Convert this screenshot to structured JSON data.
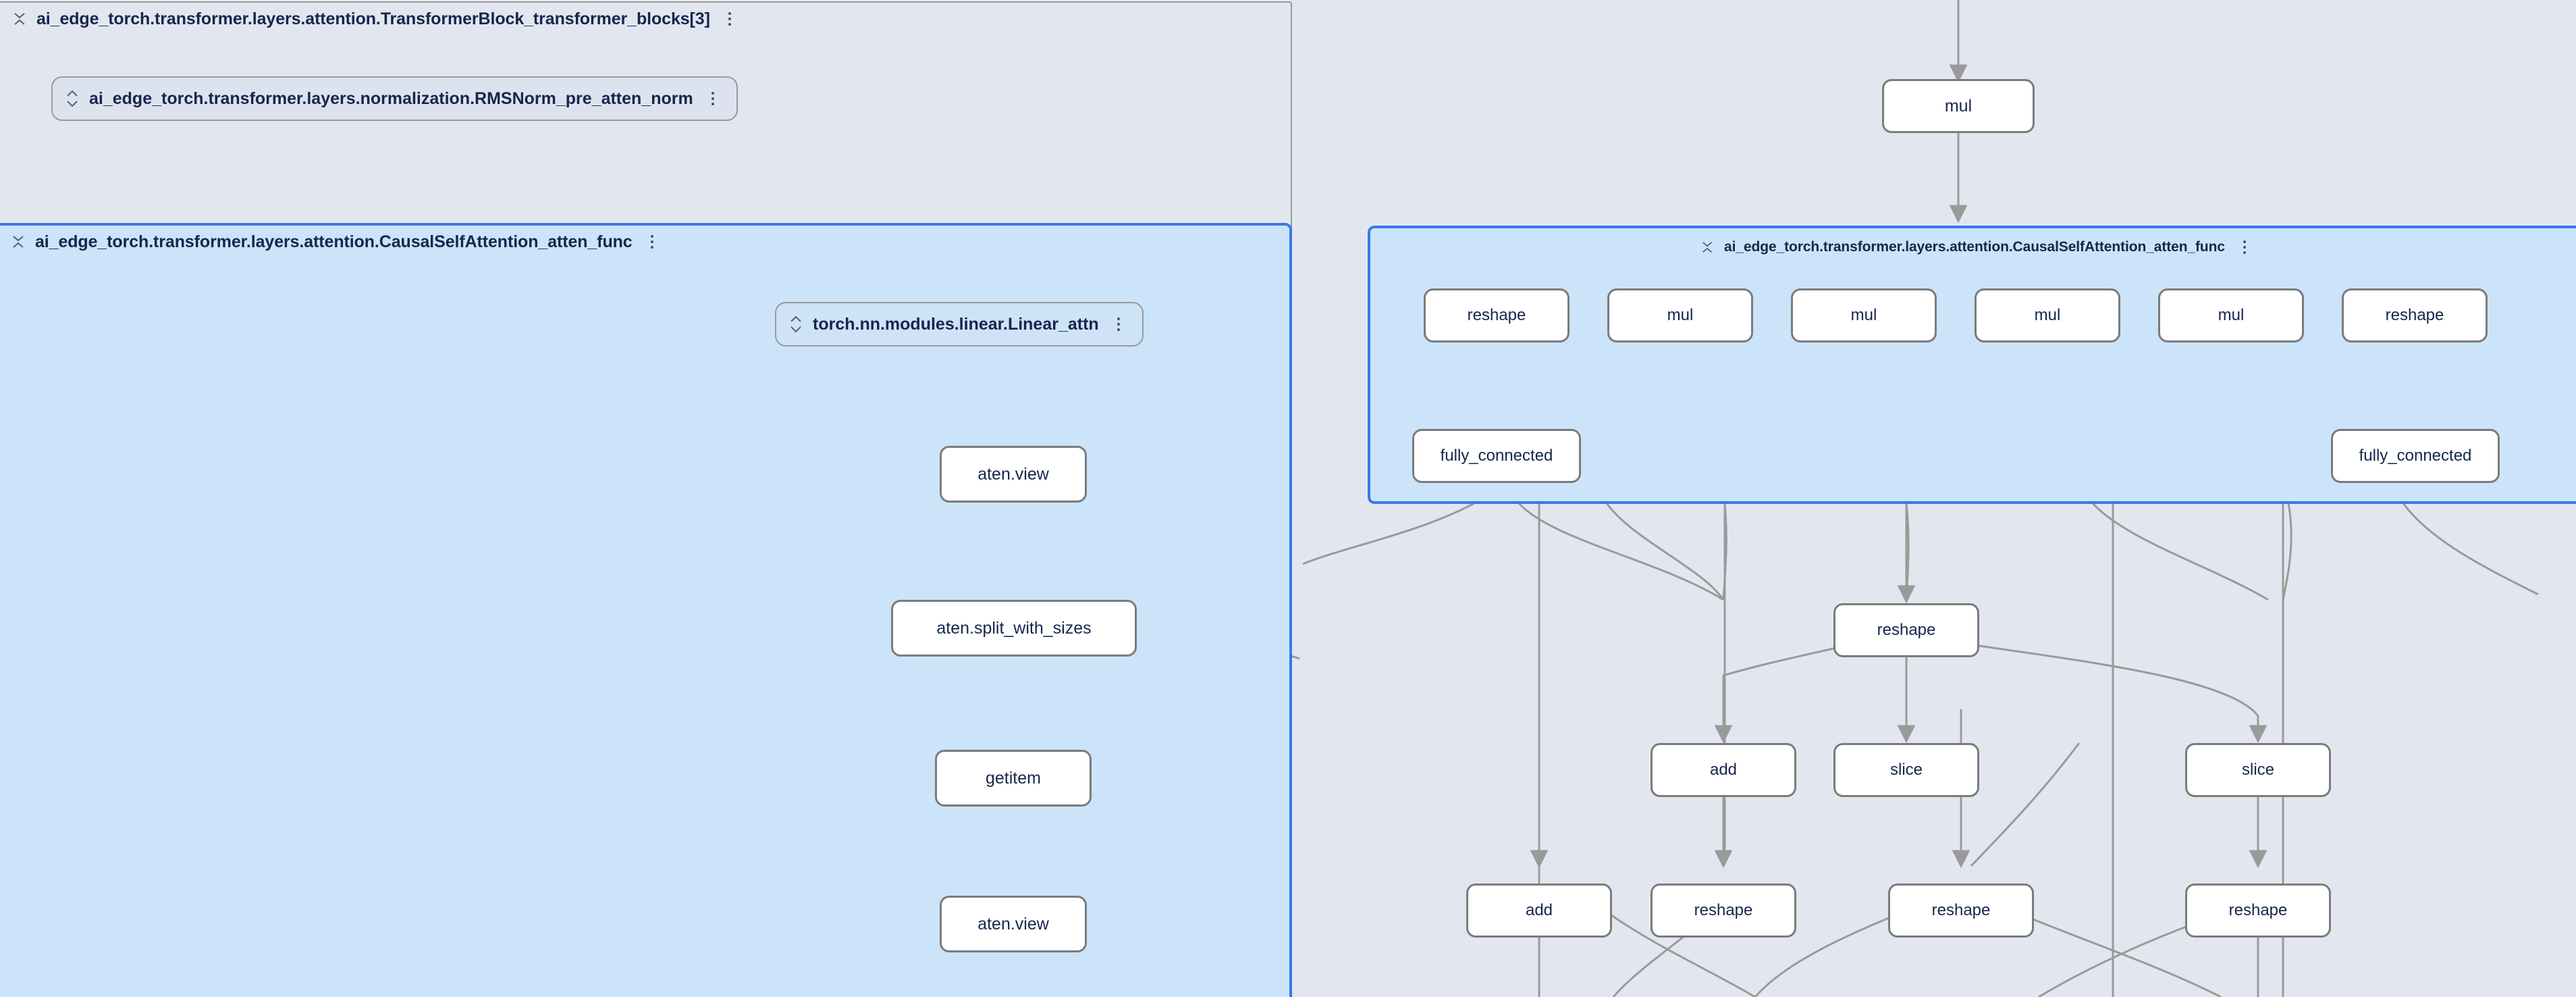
{
  "app": {
    "kind": "model-graph-explorer",
    "background_color": "#e2e7ef",
    "selected_group_fill": "#cbe4fa",
    "selected_group_border": "#3b78e7",
    "node_fill": "#ffffff",
    "node_border": "#7b7b7b",
    "edge_color": "#9a9a9a",
    "text_color": "#16264d"
  },
  "icons": {
    "collapse": "collapse-vertical-icon",
    "expand": "expand-vertical-icon",
    "more": "more-vertical-icon"
  },
  "groups": {
    "transformer_block": {
      "title": "ai_edge_torch.transformer.layers.attention.TransformerBlock_transformer_blocks[3]",
      "collapse_icon": "collapse-vertical-icon",
      "menu_icon": "more-vertical-icon"
    },
    "rmsnorm": {
      "title": "ai_edge_torch.transformer.layers.normalization.RMSNorm_pre_atten_norm",
      "collapse_icon": "expand-vertical-icon",
      "menu_icon": "more-vertical-icon"
    },
    "attention_left": {
      "title": "ai_edge_torch.transformer.layers.attention.CausalSelfAttention_atten_func",
      "collapse_icon": "collapse-vertical-icon",
      "menu_icon": "more-vertical-icon",
      "selected": true
    },
    "linear_attn": {
      "title": "torch.nn.modules.linear.Linear_attn",
      "collapse_icon": "expand-vertical-icon",
      "menu_icon": "more-vertical-icon"
    },
    "attention_right": {
      "title": "ai_edge_torch.transformer.layers.attention.CausalSelfAttention_atten_func",
      "collapse_icon": "collapse-vertical-icon",
      "menu_icon": "more-vertical-icon",
      "selected": true
    }
  },
  "nodes": {
    "left_view_1": "aten.view",
    "left_split": "aten.split_with_sizes",
    "left_getitem": "getitem",
    "left_view_2": "aten.view",
    "right_top_mul": "mul",
    "r_reshape_1": "reshape",
    "r_mul_1": "mul",
    "r_mul_2": "mul",
    "r_mul_3": "mul",
    "r_mul_4": "mul",
    "r_reshape_2": "reshape",
    "r_fc_1": "fully_connected",
    "r_fc_2": "fully_connected",
    "r_reshape_mid": "reshape",
    "r_add_1": "add",
    "r_slice_1": "slice",
    "r_slice_2": "slice",
    "r_add_2": "add",
    "r_reshape_b1": "reshape",
    "r_reshape_b2": "reshape",
    "r_reshape_b3": "reshape"
  }
}
